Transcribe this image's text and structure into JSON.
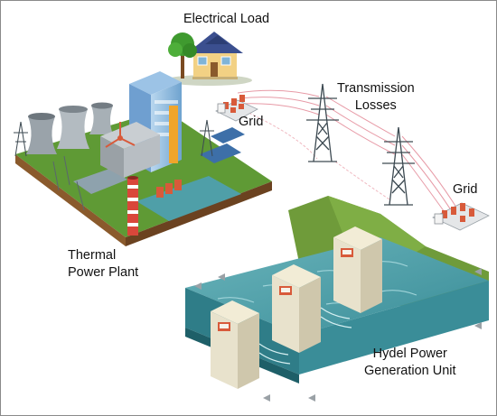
{
  "labels": {
    "electrical_load": "Electrical Load",
    "grid_top": "Grid",
    "transmission_line1": "Transmission",
    "transmission_line2": "Losses",
    "grid_right": "Grid",
    "thermal_line1": "Thermal",
    "thermal_line2": "Power Plant",
    "hydel_line1": "Hydel Power",
    "hydel_line2": "Generation Unit"
  },
  "colors": {
    "ground_green": "#5f9a35",
    "platform_brown": "#8a5a2c",
    "water": "#4f9fa8",
    "water_dark": "#2f7d88",
    "hill_green": "#6f9b3a",
    "dam_concrete": "#e8e2cc",
    "transformer_red": "#d85a3a",
    "wire_pink": "#e79aa6",
    "tower_steel": "#3d4a52",
    "house_roof": "#3b4f8f",
    "house_wall": "#f2d184",
    "tree_green": "#3f9a2f"
  }
}
